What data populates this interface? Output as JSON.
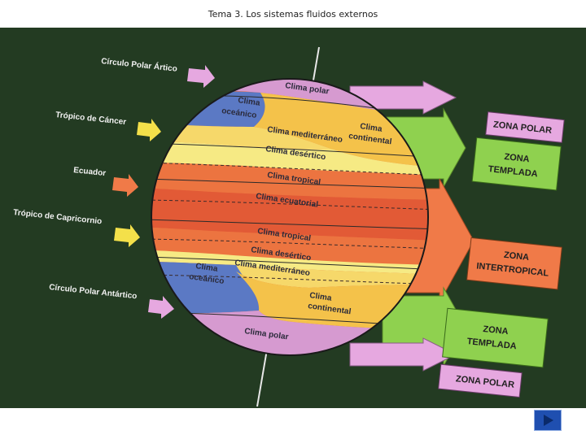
{
  "header": {
    "title": "Tema 3. Los sistemas fluidos externos"
  },
  "colors": {
    "background": "#233b22",
    "polar": "#d69ad0",
    "oceanico": "#5b79c4",
    "continental": "#f4c24a",
    "mediterraneo": "#f6e27a",
    "desertico": "#f6ea84",
    "tropical": "#ea6a3a",
    "ecuatorial": "#e25a36",
    "zone_polar": "#e6a8e0",
    "zone_templada": "#8fd14f",
    "zone_intertropical": "#f07a48"
  },
  "latitudes": {
    "circulo_polar_artico": "Círculo Polar Ártico",
    "tropico_cancer": "Trópico de Cáncer",
    "ecuador": "Ecuador",
    "tropico_capricornio": "Trópico de Capricornio",
    "circulo_polar_antartico": "Círculo Polar Antártico"
  },
  "climates": {
    "polar_n": "Clima polar",
    "oceanico_n_1": "Clima",
    "oceanico_n_2": "oceánico",
    "continental_n_1": "Clima",
    "continental_n_2": "continental",
    "mediterraneo_n": "Clima mediterráneo",
    "desertico_n": "Clima desértico",
    "tropical_n": "Clima tropical",
    "ecuatorial": "Clima ecuatorial",
    "tropical_s": "Clima tropical",
    "desertico_s": "Clima desértico",
    "mediterraneo_s": "Clima mediterráneo",
    "oceanico_s_1": "Clima",
    "oceanico_s_2": "oceánico",
    "continental_s_1": "Clima",
    "continental_s_2": "continental",
    "polar_s": "Clima polar"
  },
  "zones": {
    "polar_n": "ZONA POLAR",
    "templada_n_1": "ZONA",
    "templada_n_2": "TEMPLADA",
    "intertropical_1": "ZONA",
    "intertropical_2": "INTERTROPICAL",
    "templada_s_1": "ZONA",
    "templada_s_2": "TEMPLADA",
    "polar_s": "ZONA POLAR"
  },
  "navigation": {
    "next_icon": "play-triangle-icon"
  }
}
